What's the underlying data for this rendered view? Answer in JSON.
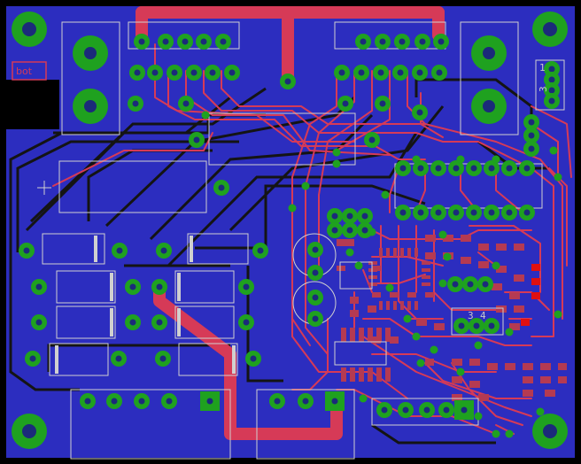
{
  "layers": {
    "background": "#000000",
    "pour": "#2c2dbf",
    "top_copper": "#d63a57",
    "bottom_copper": "#1b1b1b",
    "pad": "#1fa11f",
    "hole": "#1b2a7a",
    "silk": "#d0d0d0",
    "dim": "#b8b8b8"
  },
  "labels": {
    "board_marker": "bot",
    "connector_pin_3": "3",
    "connector_pin_1": "1",
    "header_pin_3": "3",
    "header_pin_4": "4"
  }
}
